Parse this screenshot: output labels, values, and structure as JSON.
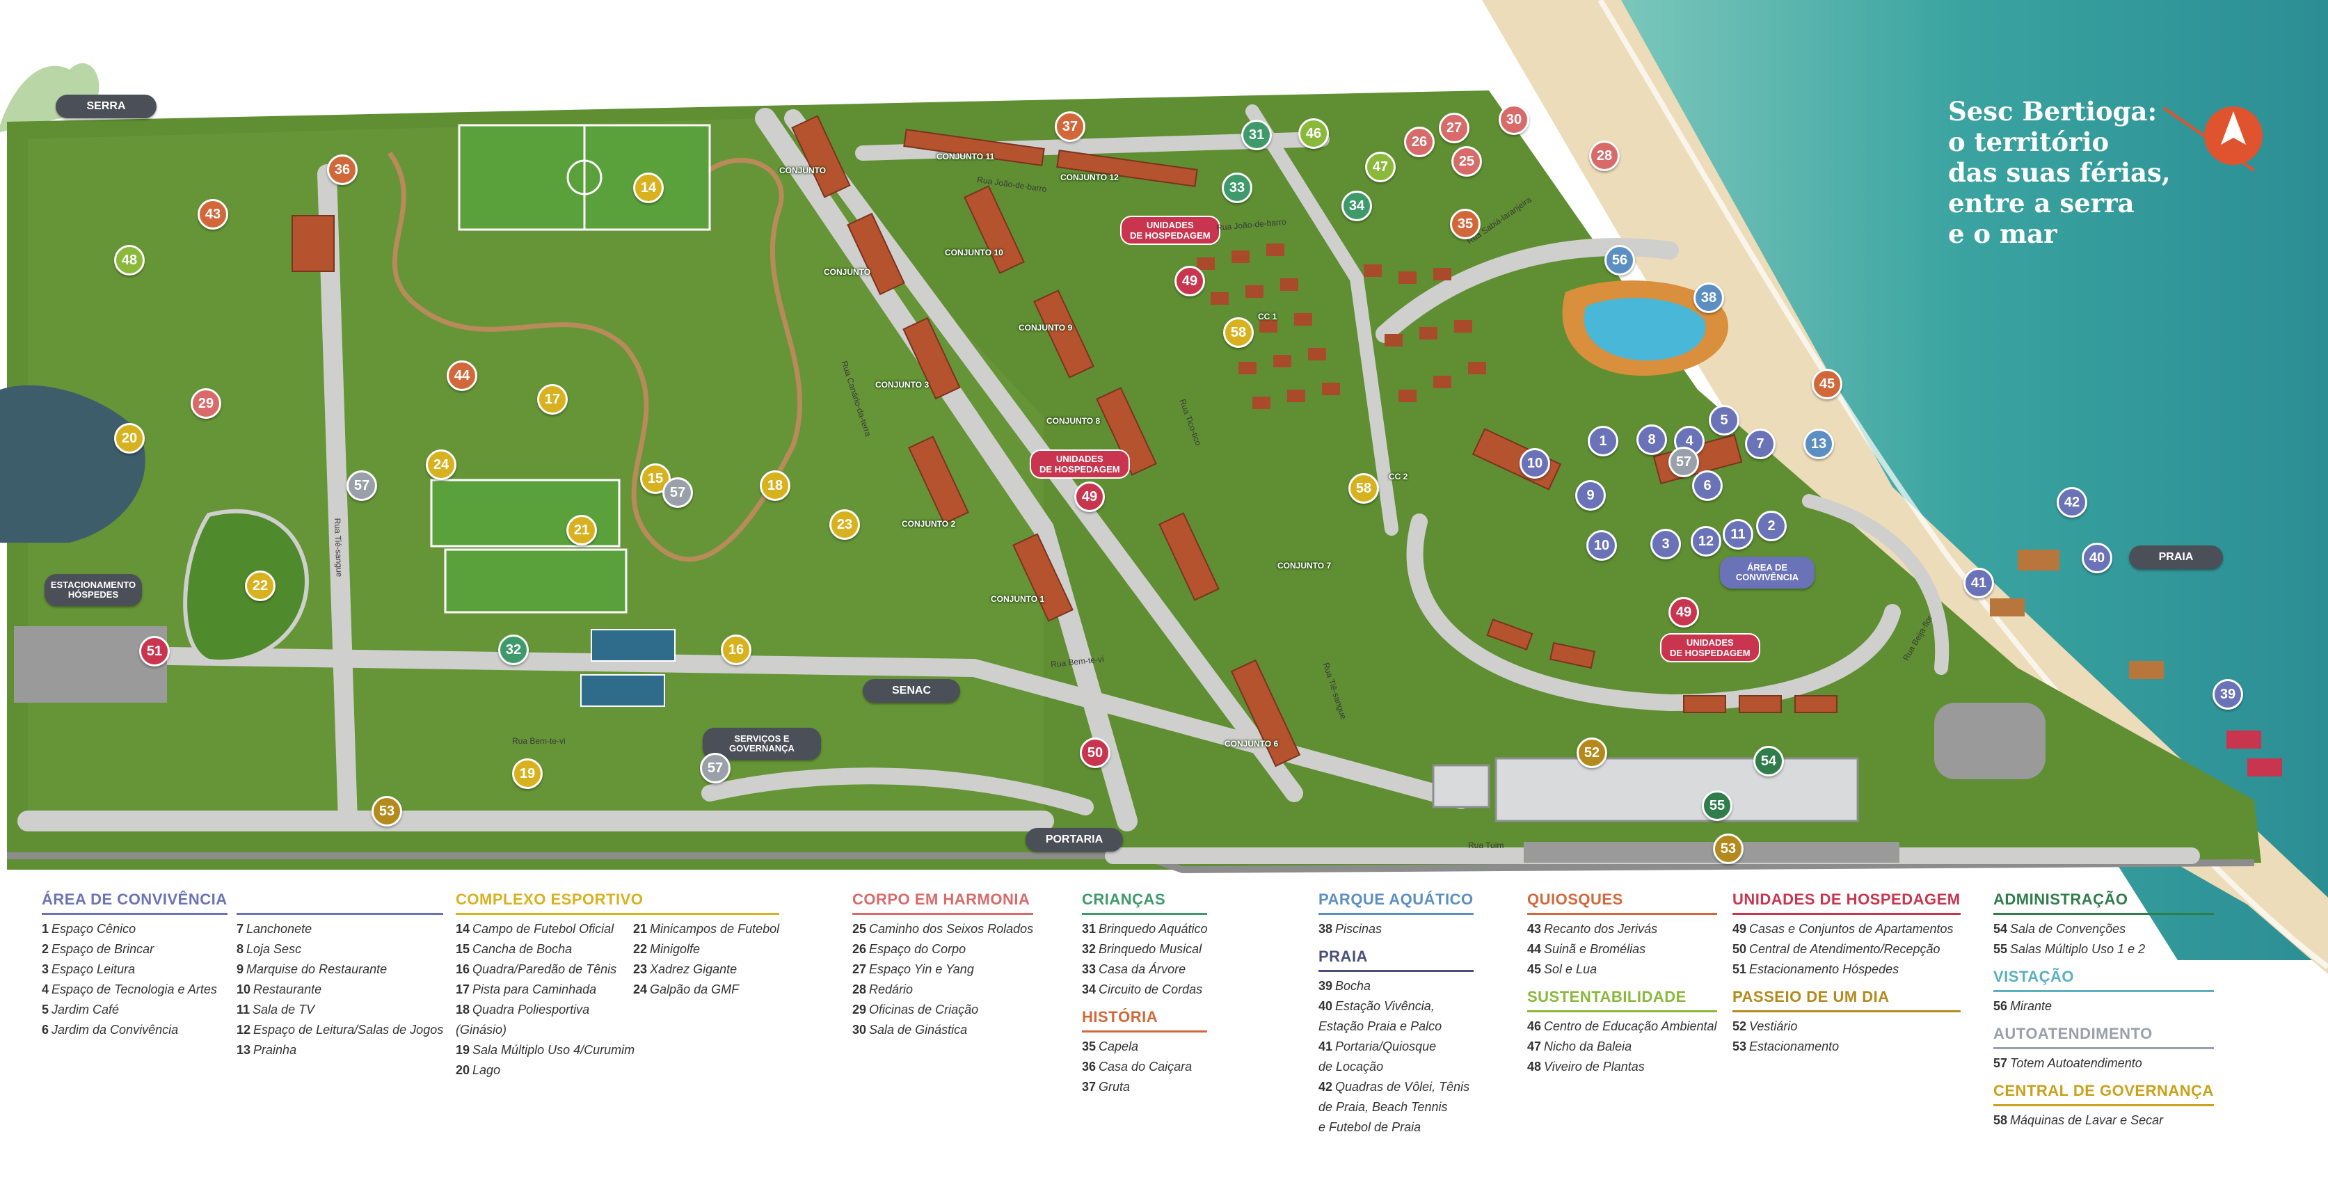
{
  "title_lines": [
    "Sesc Bertioga:",
    "o território",
    "das suas férias,",
    "entre a serra",
    "e o mar"
  ],
  "colors": {
    "grass": "#5f8f32",
    "road": "#c9c9c7",
    "sand": "#e9d7b5",
    "sea": "#3fa7a2",
    "roof": "#b5532e",
    "pill": "#4a4f58",
    "unidade": "#c9344f",
    "compass": "#e0532f"
  },
  "pills": {
    "serra": "SERRA",
    "praia": "PRAIA",
    "estacionamento": "ESTACIONAMENTO HÓSPEDES",
    "senac": "SENAC",
    "servicos": "SERVIÇOS E GOVERNANÇA",
    "portaria": "PORTARIA",
    "area_convivencia": "ÁREA DE CONVIVÊNCIA"
  },
  "unidades_label": [
    "UNIDADES",
    "DE HOSPEDAGEM"
  ],
  "conjuntos": [
    "CONJUNTO 11",
    "CONJUNTO 12",
    "CONJUNTO",
    "CONJUNTO",
    "CONJUNTO 10",
    "CONJUNTO 9",
    "CONJUNTO 3",
    "CONJUNTO 8",
    "CONJUNTO 2",
    "CONJUNTO 1",
    "CONJUNTO 7",
    "CONJUNTO 6",
    "CC 1",
    "CC 2"
  ],
  "streets": [
    "Rua João-de-barro",
    "Rua João-de-barro",
    "Rua Sabiá-laranjeira",
    "Rua Canário-da-terra",
    "Rua Tico-tico",
    "Rua Tié-sangue",
    "Rua Bem-te-vi",
    "Rua Bem-te-vi",
    "Rua Tiê-sangue",
    "Rua Tuim",
    "Rua Beija-flor"
  ],
  "pins": [
    {
      "n": "43",
      "c": "#d2683a"
    },
    {
      "n": "36",
      "c": "#d2683a"
    },
    {
      "n": "48",
      "c": "#8ab83a"
    },
    {
      "n": "14",
      "c": "#d8b11f"
    },
    {
      "n": "37",
      "c": "#d2683a"
    },
    {
      "n": "31",
      "c": "#3e9a6b"
    },
    {
      "n": "46",
      "c": "#8ab83a"
    },
    {
      "n": "33",
      "c": "#3e9a6b"
    },
    {
      "n": "47",
      "c": "#8ab83a"
    },
    {
      "n": "26",
      "c": "#d96a6a"
    },
    {
      "n": "27",
      "c": "#d96a6a"
    },
    {
      "n": "30",
      "c": "#d96a6a"
    },
    {
      "n": "25",
      "c": "#d96a6a"
    },
    {
      "n": "34",
      "c": "#3e9a6b"
    },
    {
      "n": "35",
      "c": "#d2683a"
    },
    {
      "n": "28",
      "c": "#d96a6a"
    },
    {
      "n": "56",
      "c": "#5b8fc2"
    },
    {
      "n": "38",
      "c": "#5b8fc2"
    },
    {
      "n": "49",
      "c": "#c9344f"
    },
    {
      "n": "58",
      "c": "#d8b11f"
    },
    {
      "n": "29",
      "c": "#d96a6a"
    },
    {
      "n": "44",
      "c": "#d2683a"
    },
    {
      "n": "17",
      "c": "#d8b11f"
    },
    {
      "n": "20",
      "c": "#d8b11f"
    },
    {
      "n": "57",
      "c": "#9aa0aa"
    },
    {
      "n": "24",
      "c": "#d8b11f"
    },
    {
      "n": "15",
      "c": "#d8b11f"
    },
    {
      "n": "57",
      "c": "#9aa0aa"
    },
    {
      "n": "18",
      "c": "#d8b11f"
    },
    {
      "n": "23",
      "c": "#d8b11f"
    },
    {
      "n": "21",
      "c": "#d8b11f"
    },
    {
      "n": "22",
      "c": "#d8b11f"
    },
    {
      "n": "51",
      "c": "#c9344f"
    },
    {
      "n": "32",
      "c": "#3e9a6b"
    },
    {
      "n": "16",
      "c": "#d8b11f"
    },
    {
      "n": "19",
      "c": "#d8b11f"
    },
    {
      "n": "57",
      "c": "#9aa0aa"
    },
    {
      "n": "53",
      "c": "#b58a1c"
    },
    {
      "n": "50",
      "c": "#c9344f"
    },
    {
      "n": "49",
      "c": "#c9344f"
    },
    {
      "n": "58",
      "c": "#d8b11f"
    },
    {
      "n": "10",
      "c": "#6a72b8"
    },
    {
      "n": "1",
      "c": "#6a72b8"
    },
    {
      "n": "8",
      "c": "#6a72b8"
    },
    {
      "n": "4",
      "c": "#6a72b8"
    },
    {
      "n": "5",
      "c": "#6a72b8"
    },
    {
      "n": "7",
      "c": "#6a72b8"
    },
    {
      "n": "57",
      "c": "#9aa0aa"
    },
    {
      "n": "9",
      "c": "#6a72b8"
    },
    {
      "n": "6",
      "c": "#6a72b8"
    },
    {
      "n": "10",
      "c": "#6a72b8"
    },
    {
      "n": "3",
      "c": "#6a72b8"
    },
    {
      "n": "12",
      "c": "#6a72b8"
    },
    {
      "n": "11",
      "c": "#6a72b8"
    },
    {
      "n": "2",
      "c": "#6a72b8"
    },
    {
      "n": "13",
      "c": "#5b8fc2"
    },
    {
      "n": "45",
      "c": "#d2683a"
    },
    {
      "n": "42",
      "c": "#6a72b8"
    },
    {
      "n": "40",
      "c": "#6a72b8"
    },
    {
      "n": "41",
      "c": "#6a72b8"
    },
    {
      "n": "39",
      "c": "#6a72b8"
    },
    {
      "n": "49",
      "c": "#c9344f"
    },
    {
      "n": "52",
      "c": "#b58a1c"
    },
    {
      "n": "54",
      "c": "#2f7d4a"
    },
    {
      "n": "55",
      "c": "#2f7d4a"
    },
    {
      "n": "53",
      "c": "#b58a1c"
    }
  ],
  "legend": [
    {
      "heading": "ÁREA DE CONVIVÊNCIA",
      "color": "#6a72b8",
      "items": [
        {
          "n": "1",
          "t": "Espaço Cênico"
        },
        {
          "n": "2",
          "t": "Espaço de Brincar"
        },
        {
          "n": "3",
          "t": "Espaço Leitura"
        },
        {
          "n": "4",
          "t": "Espaço de Tecnologia e Artes"
        },
        {
          "n": "5",
          "t": "Jardim Café"
        },
        {
          "n": "6",
          "t": "Jardim da Convivência"
        }
      ]
    },
    {
      "heading": "",
      "color": "#6a72b8",
      "items": [
        {
          "n": "7",
          "t": "Lanchonete"
        },
        {
          "n": "8",
          "t": "Loja Sesc"
        },
        {
          "n": "9",
          "t": "Marquise do Restaurante"
        },
        {
          "n": "10",
          "t": "Restaurante"
        },
        {
          "n": "11",
          "t": "Sala de TV"
        },
        {
          "n": "12",
          "t": "Espaço de Leitura/Salas de Jogos"
        },
        {
          "n": "13",
          "t": "Prainha"
        }
      ]
    },
    {
      "heading": "COMPLEXO ESPORTIVO",
      "color": "#d8b11f",
      "items": [
        {
          "n": "14",
          "t": "Campo de Futebol Oficial"
        },
        {
          "n": "15",
          "t": "Cancha de Bocha"
        },
        {
          "n": "16",
          "t": "Quadra/Paredão de Tênis"
        },
        {
          "n": "17",
          "t": "Pista para Caminhada"
        },
        {
          "n": "18",
          "t": "Quadra Poliesportiva"
        },
        {
          "n": "",
          "t": "(Ginásio)"
        },
        {
          "n": "19",
          "t": "Sala Múltiplo Uso 4/Curumim"
        },
        {
          "n": "20",
          "t": "Lago"
        }
      ]
    },
    {
      "heading": "",
      "color": "#d8b11f",
      "items": [
        {
          "n": "21",
          "t": "Minicampos de Futebol"
        },
        {
          "n": "22",
          "t": "Minigolfe"
        },
        {
          "n": "23",
          "t": "Xadrez Gigante"
        },
        {
          "n": "24",
          "t": "Galpão da GMF"
        }
      ]
    },
    {
      "heading": "CORPO EM HARMONIA",
      "color": "#d96a6a",
      "items": [
        {
          "n": "25",
          "t": "Caminho dos Seixos Rolados"
        },
        {
          "n": "26",
          "t": "Espaço do Corpo"
        },
        {
          "n": "27",
          "t": "Espaço Yin e Yang"
        },
        {
          "n": "28",
          "t": "Redário"
        },
        {
          "n": "29",
          "t": "Oficinas de Criação"
        },
        {
          "n": "30",
          "t": "Sala de Ginástica"
        }
      ]
    },
    {
      "heading": "CRIANÇAS",
      "color": "#3e9a6b",
      "items": [
        {
          "n": "31",
          "t": "Brinquedo Aquático"
        },
        {
          "n": "32",
          "t": "Brinquedo Musical"
        },
        {
          "n": "33",
          "t": "Casa da Árvore"
        },
        {
          "n": "34",
          "t": "Circuito de Cordas"
        }
      ]
    },
    {
      "heading": "HISTÓRIA",
      "color": "#d2683a",
      "items": [
        {
          "n": "35",
          "t": "Capela"
        },
        {
          "n": "36",
          "t": "Casa do Caiçara"
        },
        {
          "n": "37",
          "t": "Gruta"
        }
      ]
    },
    {
      "heading": "PARQUE AQUÁTICO",
      "color": "#5b8fc2",
      "items": [
        {
          "n": "38",
          "t": "Piscinas"
        }
      ]
    },
    {
      "heading": "PRAIA",
      "color": "#4a4f7a",
      "items": [
        {
          "n": "39",
          "t": "Bocha"
        },
        {
          "n": "40",
          "t": "Estação Vivência,"
        },
        {
          "n": "",
          "t": "Estação Praia e Palco"
        },
        {
          "n": "41",
          "t": "Portaria/Quiosque"
        },
        {
          "n": "",
          "t": "de Locação"
        },
        {
          "n": "42",
          "t": "Quadras de Vôlei, Tênis"
        },
        {
          "n": "",
          "t": "de Praia, Beach Tennis"
        },
        {
          "n": "",
          "t": "e Futebol de Praia"
        }
      ]
    },
    {
      "heading": "QUIOSQUES",
      "color": "#d2683a",
      "items": [
        {
          "n": "43",
          "t": "Recanto dos Jerivás"
        },
        {
          "n": "44",
          "t": "Suinã e Bromélias"
        },
        {
          "n": "45",
          "t": "Sol e Lua"
        }
      ]
    },
    {
      "heading": "SUSTENTABILIDADE",
      "color": "#8ab83a",
      "items": [
        {
          "n": "46",
          "t": "Centro de Educação Ambiental"
        },
        {
          "n": "47",
          "t": "Nicho da Baleia"
        },
        {
          "n": "48",
          "t": "Viveiro de Plantas"
        }
      ]
    },
    {
      "heading": "UNIDADES DE HOSPEDAGEM",
      "color": "#c9344f",
      "items": [
        {
          "n": "49",
          "t": "Casas e Conjuntos de Apartamentos"
        },
        {
          "n": "50",
          "t": "Central de Atendimento/Recepção"
        },
        {
          "n": "51",
          "t": "Estacionamento Hóspedes"
        }
      ]
    },
    {
      "heading": "PASSEIO DE UM DIA",
      "color": "#b58a1c",
      "items": [
        {
          "n": "52",
          "t": "Vestiário"
        },
        {
          "n": "53",
          "t": "Estacionamento"
        }
      ]
    },
    {
      "heading": "ADMINISTRAÇÃO",
      "color": "#2f7d4a",
      "items": [
        {
          "n": "54",
          "t": "Sala de Convenções"
        },
        {
          "n": "55",
          "t": "Salas Múltiplo Uso 1 e 2"
        }
      ]
    },
    {
      "heading": "VISTAÇÃO",
      "color": "#5ab0c0",
      "items": [
        {
          "n": "56",
          "t": "Mirante"
        }
      ]
    },
    {
      "heading": "AUTOATENDIMENTO",
      "color": "#9aa0aa",
      "items": [
        {
          "n": "57",
          "t": "Totem Autoatendimento"
        }
      ]
    },
    {
      "heading": "CENTRAL DE GOVERNANÇA",
      "color": "#c9a21c",
      "items": [
        {
          "n": "58",
          "t": "Máquinas de Lavar e Secar"
        }
      ]
    }
  ]
}
